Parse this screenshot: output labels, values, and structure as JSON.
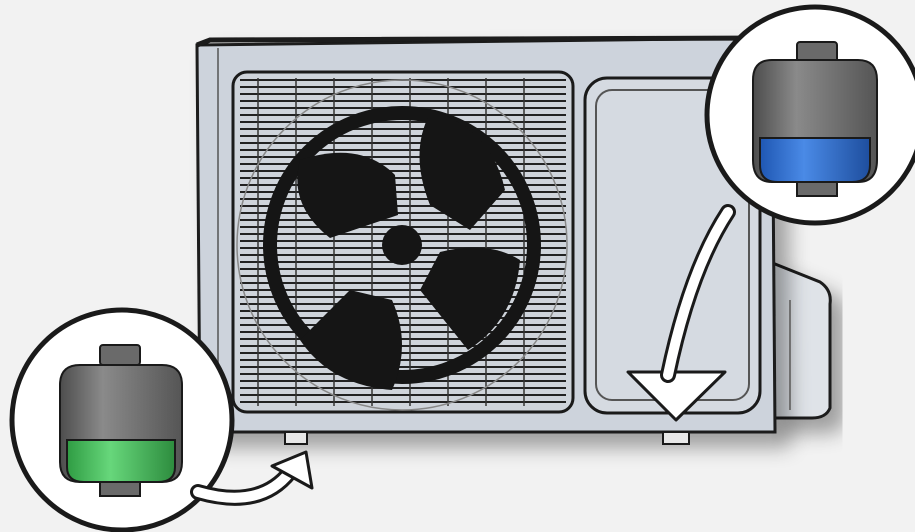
{
  "illustration": {
    "subject": "outdoor-air-conditioner-unit",
    "callouts": [
      {
        "id": "callout-top-right",
        "icon": "drain-plug-icon",
        "band_color": "#2f6fd0",
        "target": "right-foot-drain"
      },
      {
        "id": "callout-bottom-left",
        "icon": "drain-plug-icon",
        "band_color": "#3fbf55",
        "target": "left-foot-drain"
      }
    ],
    "colors": {
      "background": "#f2f2f2",
      "unit_body": "#cdd3dc",
      "outline": "#1a1a1a",
      "fan_blade": "#151515",
      "plug_body": "#6f6f6f",
      "arrow_fill": "#ffffff"
    }
  }
}
